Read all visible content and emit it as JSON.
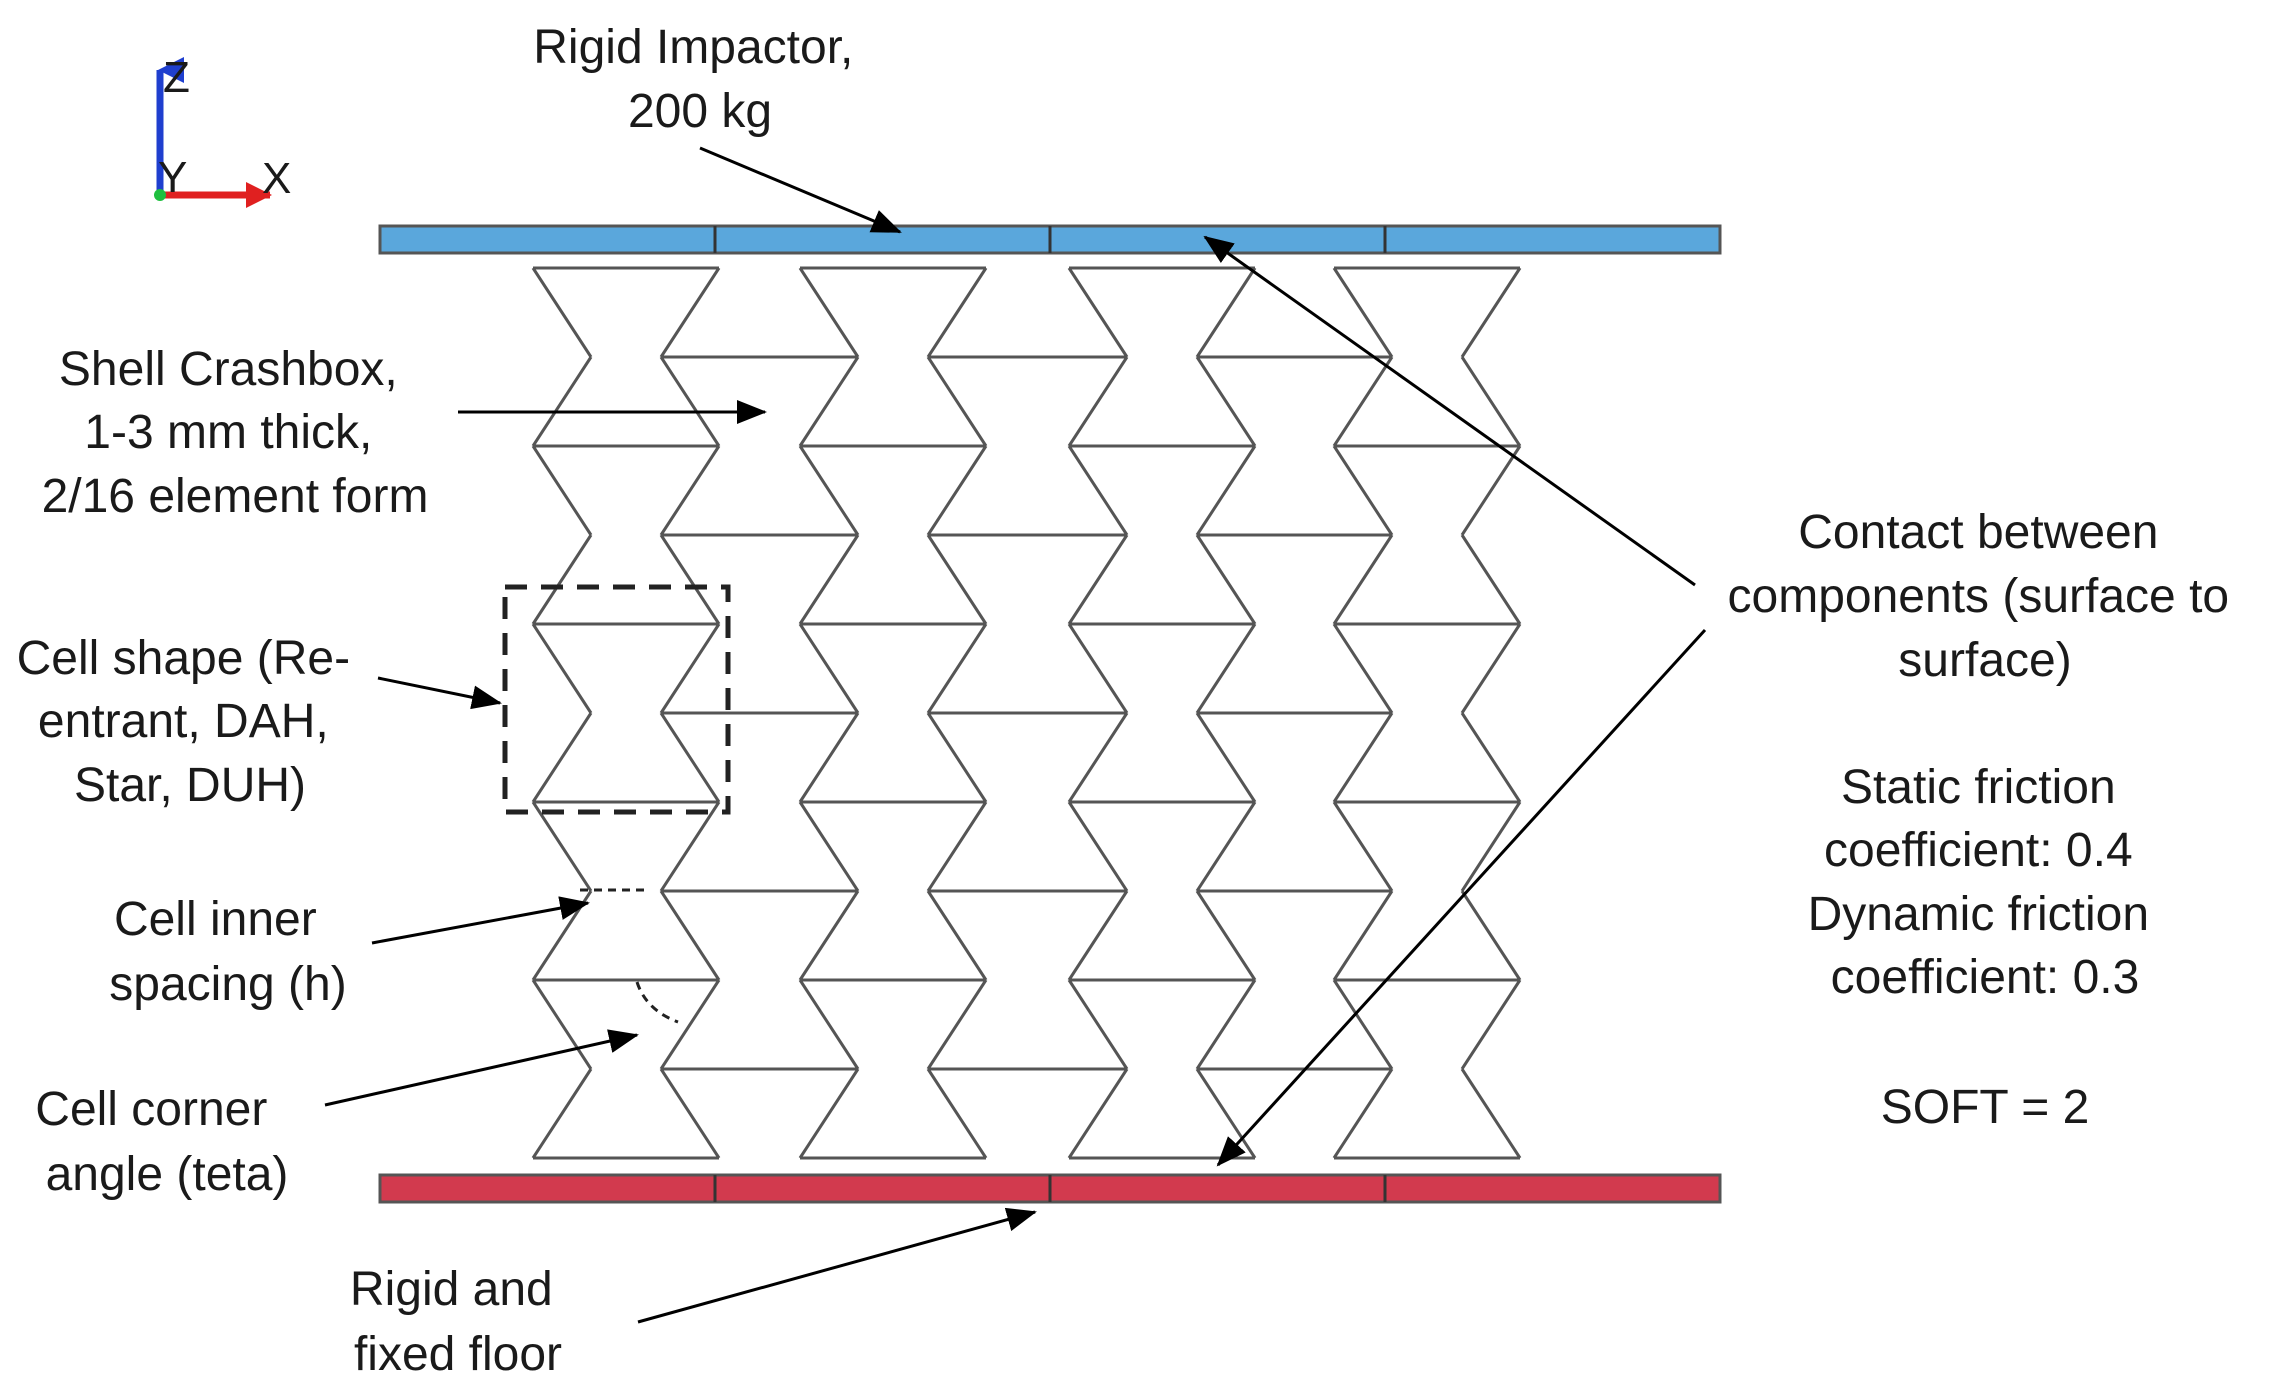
{
  "axes": {
    "z_label": "Z",
    "y_label": "Y",
    "x_label": "X",
    "colors": {
      "z": "#1f3fcf",
      "x": "#e02020",
      "y": "#1fbf3f"
    }
  },
  "impactor": {
    "label_lines": [
      "Rigid Impactor,",
      "200 kg"
    ],
    "color": "#5aa7dc"
  },
  "floor": {
    "label_lines": [
      "Rigid and",
      "fixed floor"
    ],
    "color": "#d23a4e"
  },
  "crashbox": {
    "label_lines": [
      "Shell Crashbox,",
      "1-3 mm thick,",
      "2/16 element form"
    ]
  },
  "cell_shape": {
    "label_lines": [
      "Cell shape (Re-",
      "entrant, DAH,",
      "Star, DUH)"
    ]
  },
  "inner_spacing": {
    "label_lines": [
      "Cell inner",
      "spacing (h)"
    ]
  },
  "corner_angle": {
    "label_lines": [
      "Cell corner",
      "angle (teta)"
    ]
  },
  "contact": {
    "label_lines": [
      "Contact between",
      "components (surface to",
      "surface)"
    ]
  },
  "friction": {
    "label_lines": [
      "Static friction",
      "coefficient: 0.4",
      "Dynamic friction",
      "coefficient: 0.3"
    ]
  },
  "soft": {
    "label": "SOFT = 2"
  },
  "lattice": {
    "columns": 4,
    "rows": 5,
    "line_color": "#555555"
  }
}
